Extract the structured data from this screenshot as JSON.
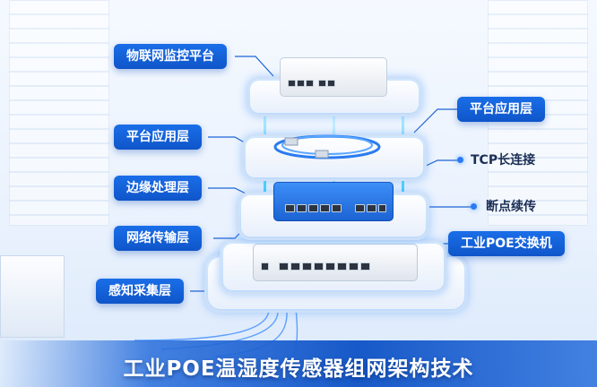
{
  "labels_left": [
    {
      "id": "iot",
      "text": "物联网监控平台"
    },
    {
      "id": "platform",
      "text": "平台应用层"
    },
    {
      "id": "edge",
      "text": "边缘处理层"
    },
    {
      "id": "network",
      "text": "网络传输层"
    },
    {
      "id": "sensing",
      "text": "感知采集层"
    }
  ],
  "labels_right": [
    {
      "id": "platform-right",
      "text": "平台应用层"
    },
    {
      "id": "tcp",
      "text": "TCP长连接"
    },
    {
      "id": "resume",
      "text": "断点续传"
    },
    {
      "id": "poe-switch",
      "text": "工业POE交换机"
    }
  ],
  "title": "工业POE温湿度传感器组网架构技术",
  "colors": {
    "accent": "#1565d8",
    "glow": "#42d7ff",
    "dark": "#1b2e55"
  }
}
